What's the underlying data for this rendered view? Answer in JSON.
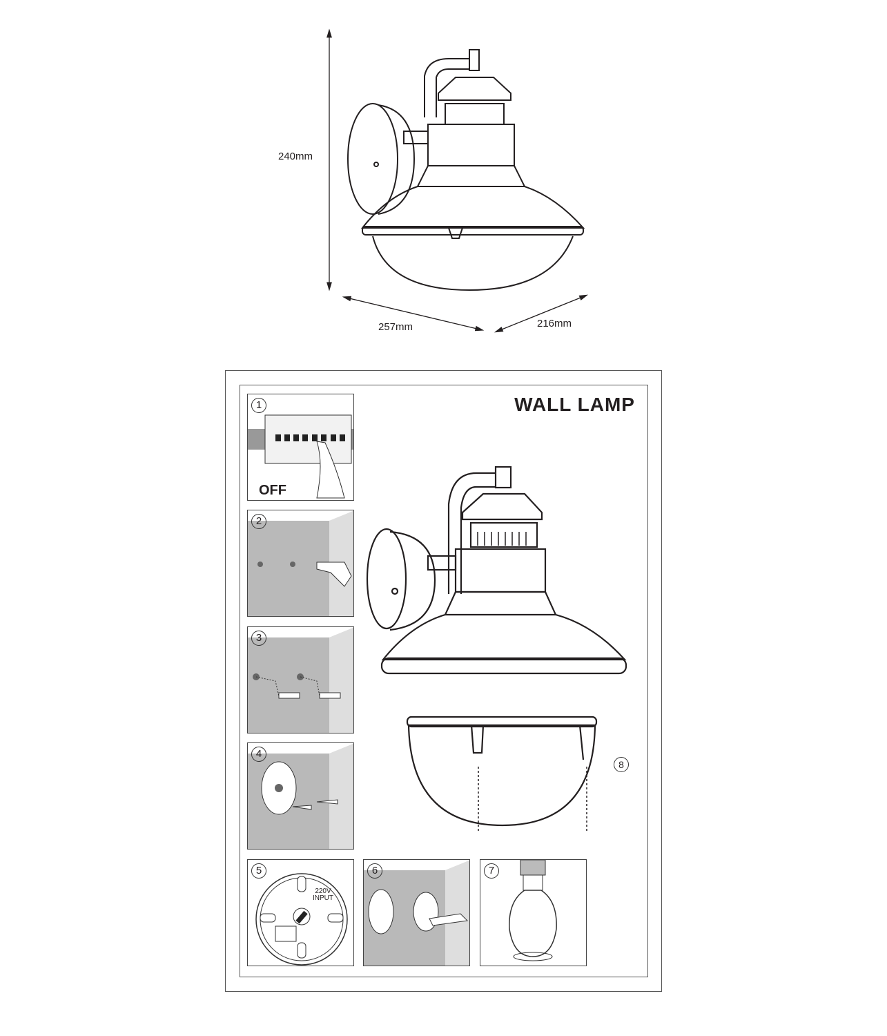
{
  "dimensions": {
    "height": "240mm",
    "width": "257mm",
    "depth": "216mm"
  },
  "sheet": {
    "title": "WALL LAMP",
    "steps": [
      {
        "number": "1",
        "caption": "OFF"
      },
      {
        "number": "2"
      },
      {
        "number": "3"
      },
      {
        "number": "4"
      },
      {
        "number": "5",
        "caption_line1": "220V",
        "caption_line2": "INPUT"
      },
      {
        "number": "6"
      },
      {
        "number": "7"
      },
      {
        "number": "8"
      }
    ]
  },
  "colors": {
    "line": "#231f20",
    "wall": "#b9b9b9",
    "wall_side": "#dedede"
  }
}
